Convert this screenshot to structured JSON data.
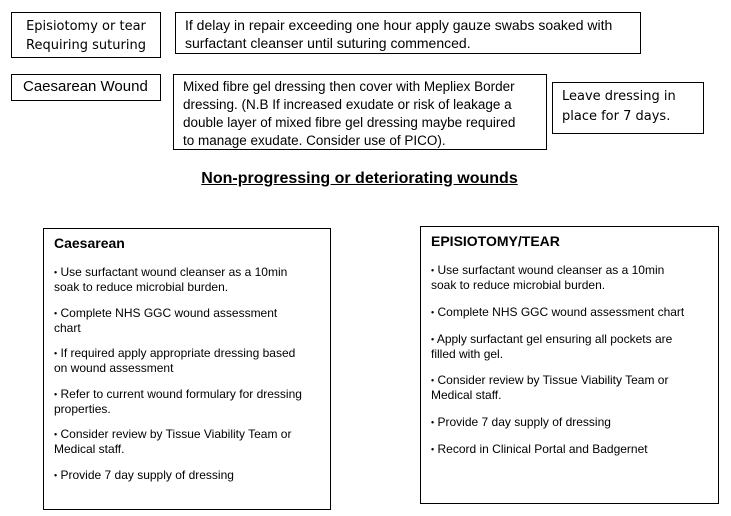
{
  "top_rows": [
    {
      "label": "Episiotomy or tear\nRequiring suturing",
      "text": "If delay in repair exceeding one hour apply gauze swabs soaked with\nsurfactant cleanser until suturing commenced."
    },
    {
      "label": "Caesarean Wound",
      "text": "Mixed fibre gel dressing then cover with Mepliex Border\ndressing. (N.B If increased exudate or risk of leakage a\ndouble layer of mixed fibre gel dressing maybe required\nto manage exudate. Consider use of PICO).",
      "note": "Leave dressing in\nplace for 7 days."
    }
  ],
  "section_heading": "Non-progressing or deteriorating wounds",
  "panels": [
    {
      "title": "Caesarean",
      "bullet": "•",
      "items": [
        " Use surfactant wound cleanser as a 10min\nsoak to reduce microbial burden.",
        " Complete NHS GGC wound assessment\nchart",
        " If required apply appropriate dressing based\non wound assessment",
        " Refer to current wound formulary for dressing\nproperties.",
        " Consider review by Tissue Viability Team or\nMedical staff.",
        " Provide 7 day supply of dressing"
      ]
    },
    {
      "title": "EPISIOTOMY/TEAR",
      "bullet": "•",
      "items": [
        " Use surfactant wound cleanser as a 10min\nsoak to reduce microbial burden.",
        " Complete NHS GGC wound assessment chart",
        " Apply surfactant gel ensuring all pockets are\nfilled with gel.",
        " Consider review by Tissue Viability Team or\nMedical staff.",
        " Provide 7 day supply of dressing",
        " Record in Clinical Portal and Badgernet"
      ]
    }
  ]
}
